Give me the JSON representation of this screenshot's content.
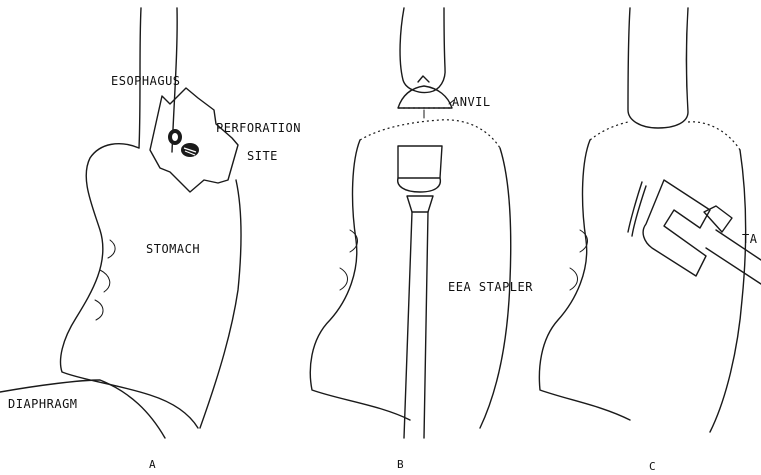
{
  "labels": {
    "esophagus": "ESOPHAGUS",
    "perforation": "PERFORATION",
    "site": "SITE",
    "stomach": "STOMACH",
    "diaphragm": "DIAPHRAGM",
    "anvil": "ANVIL",
    "stapler": "EEA STAPLER",
    "ta": "TA"
  },
  "panels": {
    "a": "A",
    "b": "B",
    "c": "C"
  }
}
